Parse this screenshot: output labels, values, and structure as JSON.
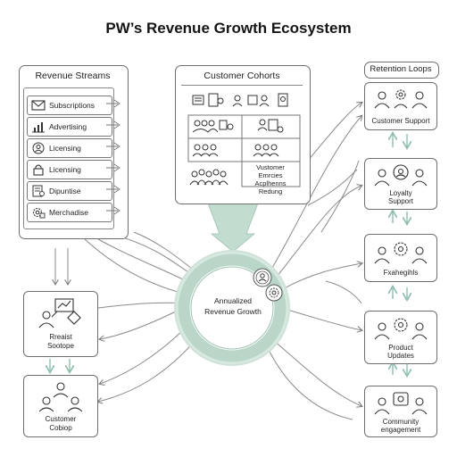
{
  "title": "PW’s Revenue Growth Ecosystem",
  "revenue_streams": {
    "title": "Revenue Streams",
    "items": [
      {
        "label": "Subscriptions",
        "icon": "envelope-icon"
      },
      {
        "label": "Advertising",
        "icon": "bar-chart-icon"
      },
      {
        "label": "Licensing",
        "icon": "person-icon"
      },
      {
        "label": "Licensing",
        "icon": "lock-icon"
      },
      {
        "label": "Dipuntise",
        "icon": "document-icon"
      },
      {
        "label": "Merchadise",
        "icon": "gear-icon"
      }
    ]
  },
  "customer_cohorts": {
    "title": "Customer Cohorts",
    "sub_label_1": "Vustomer",
    "sub_label_2": "Emrcies",
    "sub_label_3": "Acplhenns",
    "sub_label_4": "Redung"
  },
  "retention_loops": {
    "title": "Retention Loops",
    "boxes": [
      {
        "label_1": "Customer Support",
        "label_2": ""
      },
      {
        "label_1": "Loyalty",
        "label_2": "Support"
      },
      {
        "label_1": "Fxahegihls",
        "label_2": ""
      },
      {
        "label_1": "Product",
        "label_2": "Updates"
      },
      {
        "label_1": "Community",
        "label_2": "engagement"
      }
    ]
  },
  "left_boxes": [
    {
      "label_1": "Rreaist",
      "label_2": "Sootope"
    },
    {
      "label_1": "Customer",
      "label_2": "Cobiop"
    }
  ],
  "center": {
    "label_1": "Annualized",
    "label_2": "Revenue Growth"
  },
  "colors": {
    "ring": "#b9d6c8",
    "ring_light": "#e3efe8",
    "funnel": "#c2dccf",
    "arrow_green": "#8fbfaa",
    "line": "#555555"
  }
}
